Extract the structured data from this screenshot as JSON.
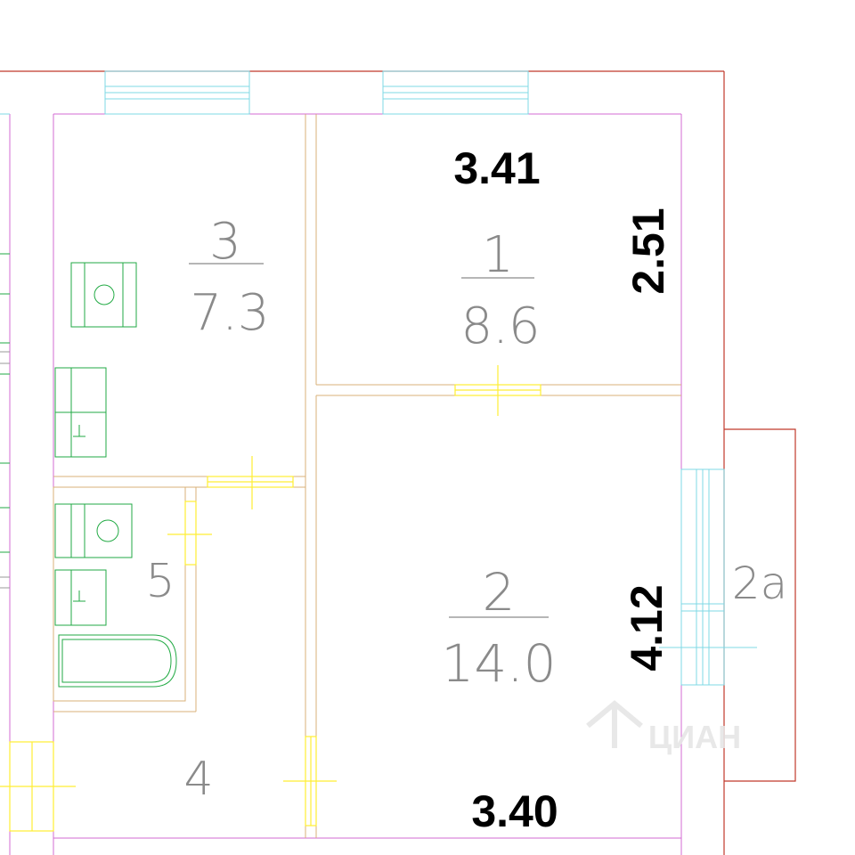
{
  "rooms": [
    {
      "number": "3",
      "area": "7.3"
    },
    {
      "number": "1",
      "area": "8.6"
    },
    {
      "number": "2",
      "area": "14.0"
    },
    {
      "number": "5"
    },
    {
      "number": "4"
    },
    {
      "number": "2a"
    }
  ],
  "dimensions": {
    "room1_width": "3.41",
    "room1_depth": "2.51",
    "room2_depth": "4.12",
    "room2_width": "3.40"
  },
  "watermark": "ЦИАН",
  "colors": {
    "outer_wall": "#c0392b",
    "inner_wall_pink": "#d36bd3",
    "partition": "#d8b07a",
    "window": "#7fd8e6",
    "fixture": "#22aa44",
    "door": "#ffee33",
    "label": "#8a8a8a",
    "dimension": "#000000"
  }
}
